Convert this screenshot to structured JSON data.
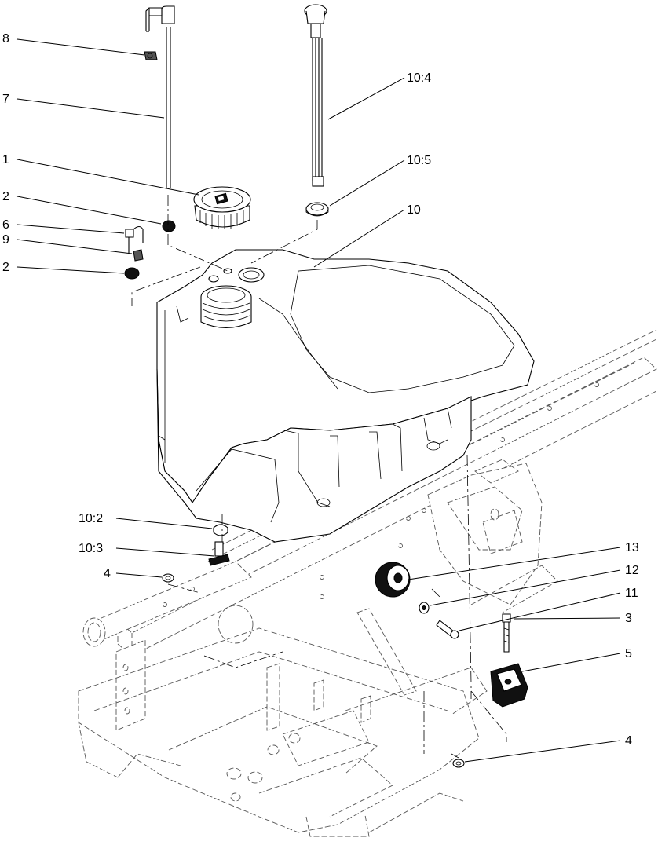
{
  "callouts": {
    "c1": "1",
    "c2a": "2",
    "c2b": "2",
    "c3": "3",
    "c4a": "4",
    "c4b": "4",
    "c5": "5",
    "c6": "6",
    "c7": "7",
    "c8": "8",
    "c9": "9",
    "c10": "10",
    "c10_2": "10:2",
    "c10_3": "10:3",
    "c10_4": "10:4",
    "c10_5": "10:5",
    "c11": "11",
    "c12": "12",
    "c13": "13"
  }
}
